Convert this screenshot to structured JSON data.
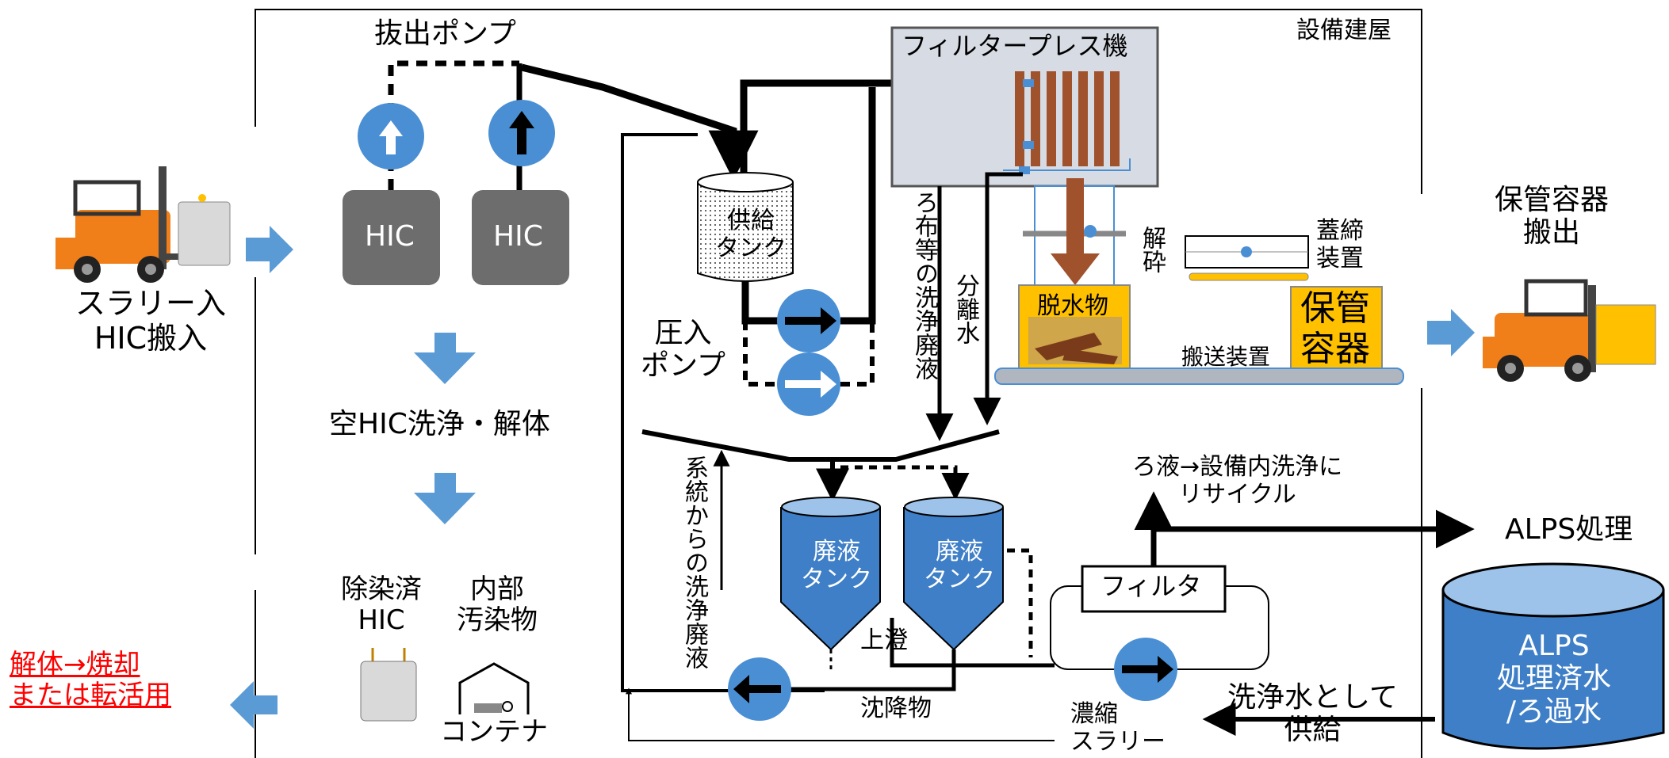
{
  "building_label": "設備建屋",
  "pump_label": "抜出ポンプ",
  "hic_labels": [
    "HIC",
    "HIC"
  ],
  "slurry_in_label": [
    "スラリー入",
    "HIC搬入"
  ],
  "hic_wash_label": "空HIC洗浄・解体",
  "decontaminated_hic_label": [
    "除染済",
    "HIC"
  ],
  "internal_contaminant_label": [
    "内部",
    "汚染物"
  ],
  "container_label": "コンテナ",
  "dismantle_label": [
    "解体→焼却",
    "または転活用"
  ],
  "filter_press_label": "フィルタープレス機",
  "supply_tank_label": [
    "供給",
    "タンク"
  ],
  "press_pump_label": [
    "圧入",
    "ポンプ"
  ],
  "cloth_wash_label": "ろ布等の洗浄廃液",
  "separated_water_label": "分離水",
  "crush_label": "解砕",
  "dehydrated_label": "脱水物",
  "lid_label": [
    "蓋締",
    "装置"
  ],
  "storage_container_label": [
    "保管",
    "容器"
  ],
  "transport_label": "搬送装置",
  "storage_out_label": [
    "保管容器",
    "搬出"
  ],
  "system_wash_label": "系統からの洗浄廃液",
  "waste_tank_labels": [
    [
      "廃液",
      "タンク"
    ],
    [
      "廃液",
      "タンク"
    ]
  ],
  "supernatant_label": "上澄",
  "sediment_label": "沈降物",
  "recycle_label": [
    "ろ液→設備内洗浄に",
    "リサイクル"
  ],
  "alps_treat_label": "ALPS処理",
  "filter_label": "フィルタ",
  "concentrated_slurry_label": [
    "濃縮",
    "スラリー"
  ],
  "wash_water_label": [
    "洗浄水として",
    "供給"
  ],
  "alps_tank_label": [
    "ALPS",
    "処理済水",
    "/ろ過水"
  ],
  "colors": {
    "pump_blue": "#4a8fd4",
    "arrow_blue": "#5b9bd5",
    "hic_gray": "#6d6d6d",
    "press_bg": "#d6dbe4",
    "storage_yellow": "#ffc000",
    "forklift_orange": "#f07f1a",
    "tank_blue": "#3f7fc7"
  }
}
